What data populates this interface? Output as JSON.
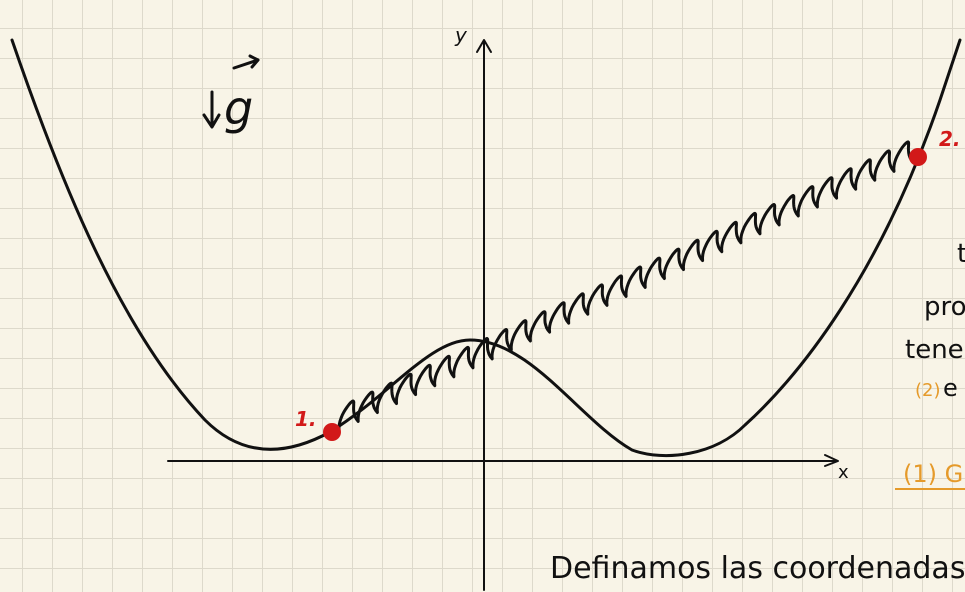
{
  "axes": {
    "x_label": "x",
    "y_label": "y"
  },
  "gravity": {
    "label": "g"
  },
  "points": [
    {
      "label": "1.",
      "color": "#d21919"
    },
    {
      "label": "2.",
      "color": "#d21919"
    }
  ],
  "margin_fragments": [
    {
      "text": "t",
      "color": "#111111"
    },
    {
      "text": "prob",
      "color": "#111111"
    },
    {
      "text": "tener",
      "color": "#111111"
    },
    {
      "text": "(2)",
      "color": "#e59a2a"
    },
    {
      "text": "e",
      "color": "#111111"
    },
    {
      "text": "(1) G",
      "color": "#e59a2a"
    }
  ],
  "bottom_text": "Definamos las coordenadas de la"
}
